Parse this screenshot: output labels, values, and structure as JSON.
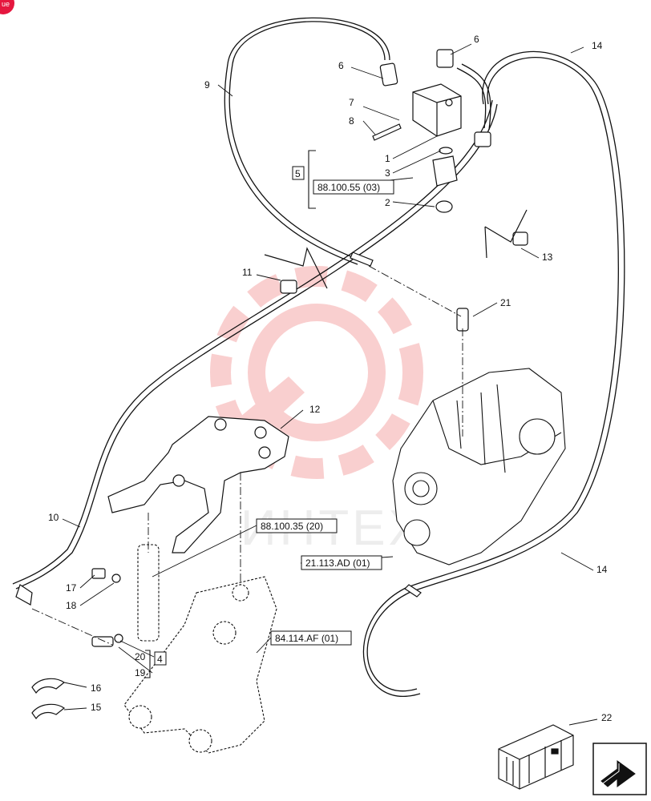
{
  "corner_badge": {
    "label": "ue",
    "color": "#e5173f"
  },
  "watermark": {
    "text": "ИНТЕХ",
    "color": "#f4b3b3"
  },
  "callouts": {
    "c1": "1",
    "c2": "2",
    "c3": "3",
    "c4": "4",
    "c5": "5",
    "c6a": "6",
    "c6b": "6",
    "c7": "7",
    "c8": "8",
    "c9": "9",
    "c10": "10",
    "c11": "11",
    "c12": "12",
    "c13": "13",
    "c14a": "14",
    "c14b": "14",
    "c15": "15",
    "c16": "16",
    "c17": "17",
    "c18": "18",
    "c19": "19",
    "c20": "20",
    "c21": "21",
    "c22": "22"
  },
  "references": {
    "r1": "88.100.55 (03)",
    "r2": "88.100.35 (20)",
    "r3": "21.113.AD (01)",
    "r4": "84.114.AF (01)"
  },
  "nav": {
    "icon": "next-page-arrow-icon"
  },
  "colors": {
    "line": "#111111",
    "accent": "#e5173f"
  }
}
